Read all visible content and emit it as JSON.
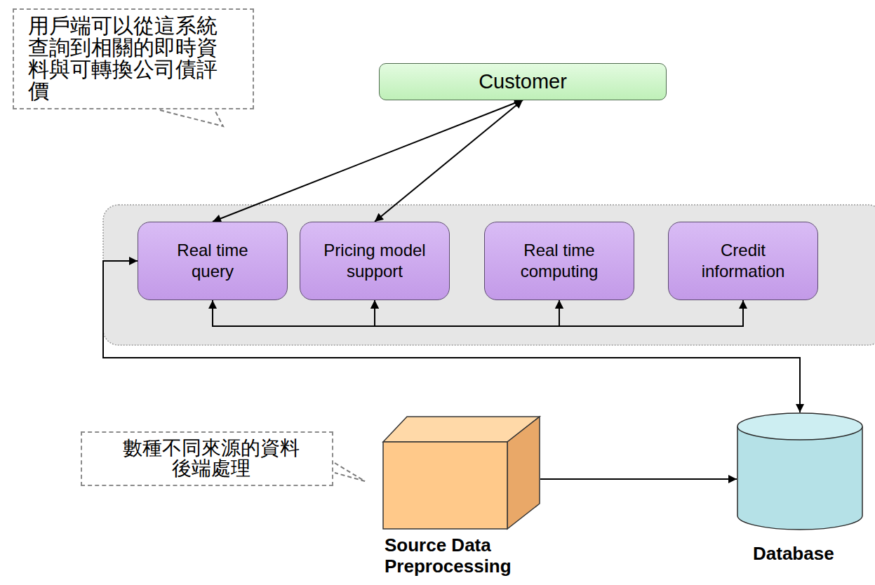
{
  "diagram": {
    "nodes": [
      {
        "text": [
          "用戶端可以從這系統查詢到相關的即時資料與可轉換公司債評價"
        ]
      },
      {
        "text": [
          "Customer"
        ]
      },
      {
        "text": [
          "Real time query"
        ]
      },
      {
        "text": [
          "Pricing model support"
        ]
      },
      {
        "text": [
          "Real time computing"
        ]
      },
      {
        "text": [
          "Credit information"
        ]
      },
      {
        "text": [
          "數種不同來源的資料後端處理"
        ]
      },
      {
        "text": [
          "Source Data Preprocessing"
        ]
      },
      {
        "text": [
          "Database"
        ]
      }
    ],
    "edges": [
      {
        "from": 1,
        "to": 2,
        "arrow": "both"
      },
      {
        "from": 1,
        "to": 3,
        "arrow": "both"
      },
      {
        "from": 2,
        "to": 3,
        "arrow": "both"
      },
      {
        "from": 3,
        "to": 4,
        "arrow": "both"
      },
      {
        "from": 4,
        "to": 5,
        "arrow": "both"
      },
      {
        "from": 7,
        "to": 8,
        "arrow": "to"
      },
      {
        "from": 2,
        "to": 8,
        "arrow": "both"
      }
    ]
  }
}
